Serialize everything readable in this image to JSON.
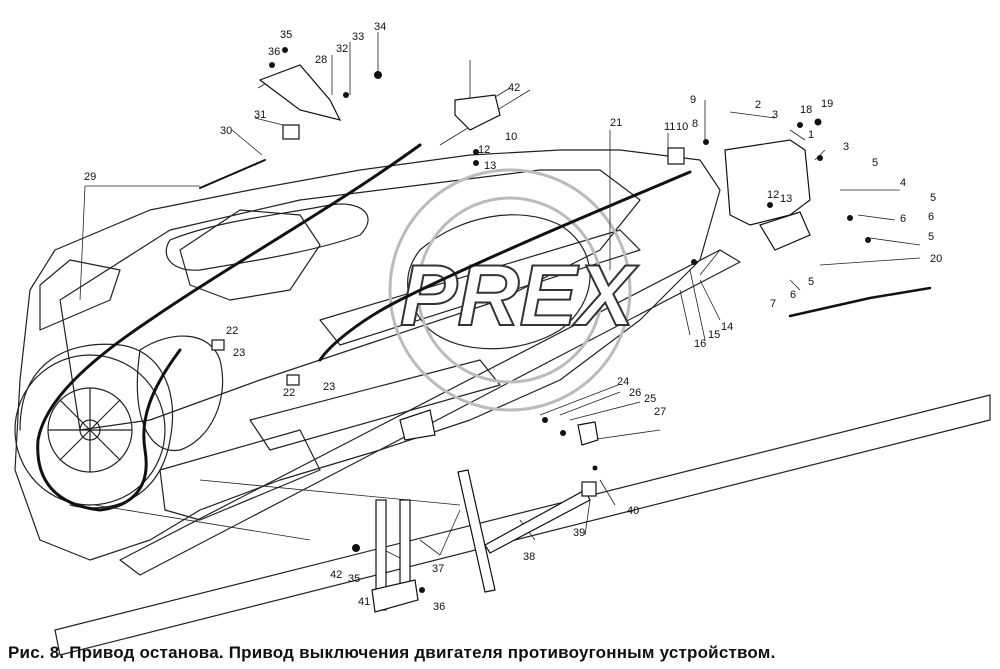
{
  "caption": "Рис. 8. Привод останова. Привод выключения двигателя противоугонным устройством.",
  "watermark": "PREX",
  "labels": [
    "1",
    "2",
    "3",
    "3",
    "4",
    "5",
    "5",
    "5",
    "5",
    "6",
    "6",
    "6",
    "7",
    "8",
    "9",
    "10",
    "10",
    "11",
    "12",
    "12",
    "13",
    "13",
    "14",
    "15",
    "16",
    "18",
    "19",
    "20",
    "21",
    "22",
    "22",
    "23",
    "23",
    "24",
    "25",
    "26",
    "27",
    "28",
    "29",
    "30",
    "31",
    "32",
    "33",
    "34",
    "35",
    "35",
    "36",
    "36",
    "37",
    "38",
    "39",
    "40",
    "41",
    "42",
    "42"
  ]
}
